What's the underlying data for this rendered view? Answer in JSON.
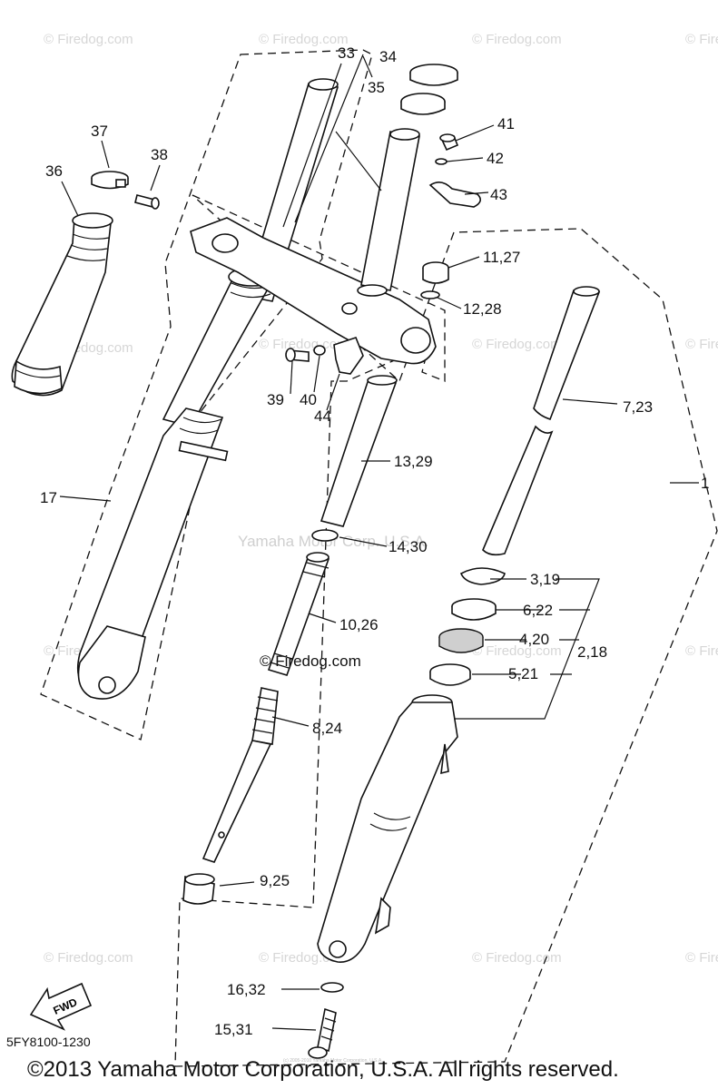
{
  "watermark": "© Firedog.com",
  "watermark_center": "Yamaha Motor Corp. U.S.A.",
  "watermark_small": "(c) 2005-2010 Yamaha Motor Corporation, U.S.A.",
  "callouts": {
    "c1": "1",
    "c2_18": "2,18",
    "c3_19": "3,19",
    "c4_20": "4,20",
    "c5_21": "5,21",
    "c6_22": "6,22",
    "c7_23": "7,23",
    "c8_24": "8,24",
    "c9_25": "9,25",
    "c10_26": "10,26",
    "c11_27": "11,27",
    "c12_28": "12,28",
    "c13_29": "13,29",
    "c14_30": "14,30",
    "c15_31": "15,31",
    "c16_32": "16,32",
    "c17": "17",
    "c33": "33",
    "c34": "34",
    "c35": "35",
    "c36": "36",
    "c37": "37",
    "c38": "38",
    "c39": "39",
    "c40": "40",
    "c41": "41",
    "c42": "42",
    "c43": "43",
    "c44": "44"
  },
  "fwd_label": "FWD",
  "diagram_code": "5FY8100-1230",
  "copyright": "©2013 Yamaha Motor Corporation, U.S.A. All rights reserved."
}
